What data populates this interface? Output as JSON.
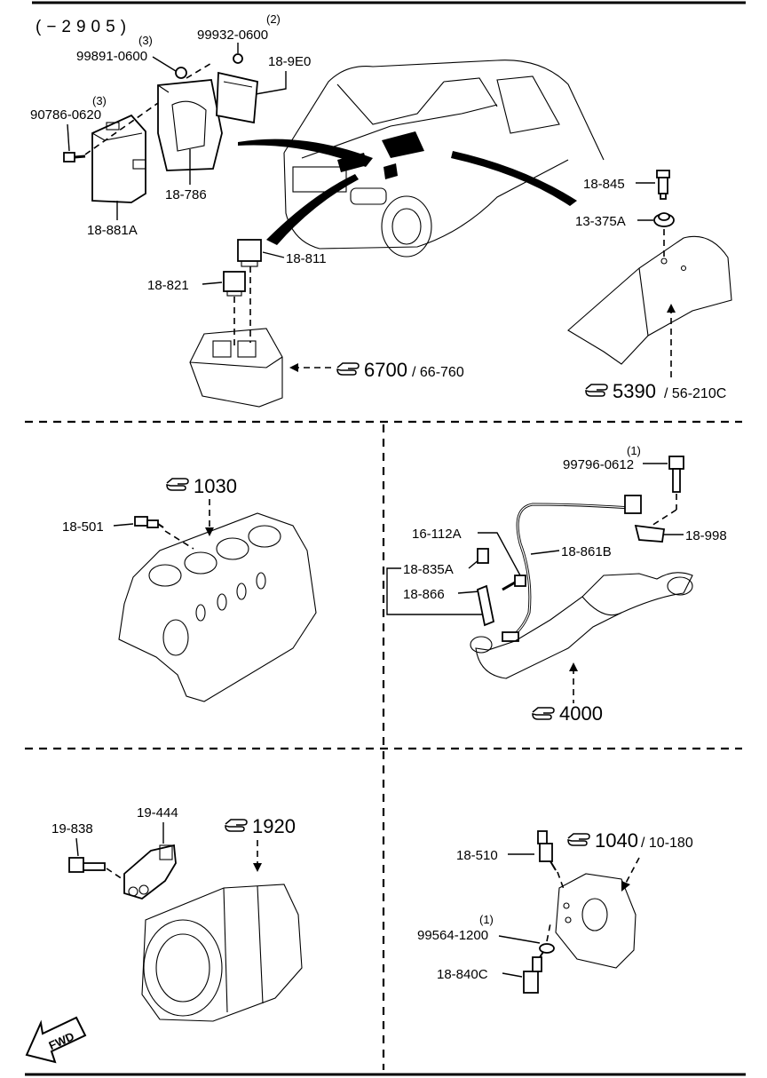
{
  "header": {
    "serial_range": "(−2905)"
  },
  "top_section": {
    "parts": [
      {
        "code": "99932-0600",
        "qty": "(2)"
      },
      {
        "code": "99891-0600",
        "qty": "(3)"
      },
      {
        "code": "18-9E0"
      },
      {
        "code": "90786-0620",
        "qty": "(3)"
      },
      {
        "code": "18-786"
      },
      {
        "code": "18-881A"
      },
      {
        "code": "18-811"
      },
      {
        "code": "18-821"
      },
      {
        "code": "18-845"
      },
      {
        "code": "13-375A"
      }
    ],
    "refs": [
      {
        "main": "6700",
        "sub": "/ 66-760"
      },
      {
        "main": "5390",
        "sub": "/ 56-210C"
      }
    ]
  },
  "mid_left": {
    "parts": [
      {
        "code": "18-501"
      }
    ],
    "ref": {
      "main": "1030"
    }
  },
  "mid_right": {
    "parts": [
      {
        "code": "99796-0612",
        "qty": "(1)"
      },
      {
        "code": "18-998"
      },
      {
        "code": "16-112A"
      },
      {
        "code": "18-861B"
      },
      {
        "code": "18-835A"
      },
      {
        "code": "18-866"
      }
    ],
    "ref": {
      "main": "4000"
    }
  },
  "bottom_left": {
    "parts": [
      {
        "code": "19-838"
      },
      {
        "code": "19-444"
      }
    ],
    "ref": {
      "main": "1920"
    },
    "fwd_label": "FWD"
  },
  "bottom_right": {
    "parts": [
      {
        "code": "18-510"
      },
      {
        "code": "99564-1200",
        "qty": "(1)"
      },
      {
        "code": "18-840C"
      }
    ],
    "ref": {
      "main": "1040",
      "sub": "/ 10-180"
    }
  },
  "icons": [
    "pointing-hand-icon",
    "fwd-arrow-icon"
  ]
}
